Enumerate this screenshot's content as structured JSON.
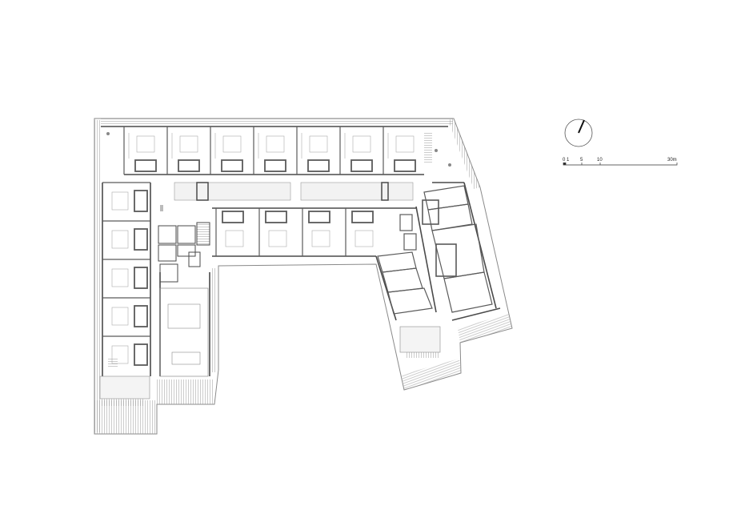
{
  "scale_bar": {
    "labels": [
      "0",
      "1",
      "5",
      "10",
      "30m"
    ]
  },
  "north_arrow": {
    "icon": "north-arrow-icon"
  },
  "colors": {
    "wall": "#4a4a4a",
    "thin_line": "#8a8a8a",
    "hatch": "#9a9a9a",
    "void": "#f2f2f2",
    "background": "#ffffff"
  }
}
